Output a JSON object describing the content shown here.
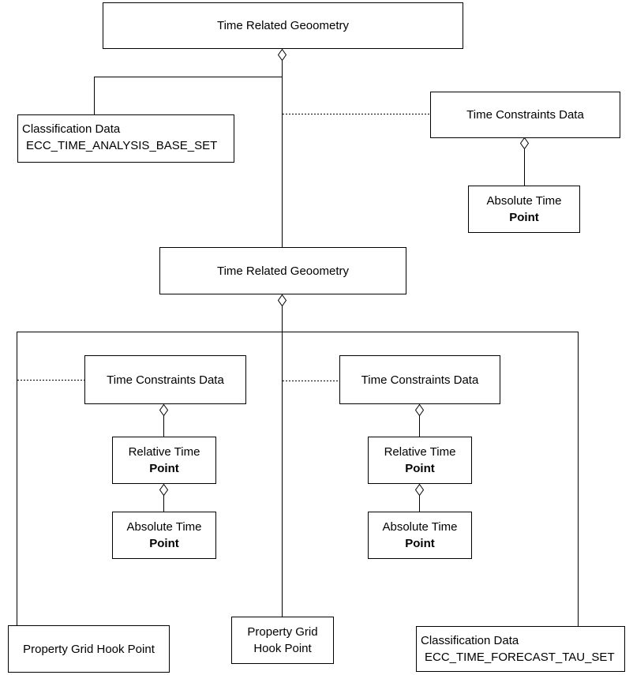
{
  "nodes": {
    "top_time_related_geometry": {
      "line1": "Time Related Geoometry"
    },
    "classification_analysis": {
      "line1": "Classification Data",
      "line2": "ECC_TIME_ANALYSIS_BASE_SET"
    },
    "time_constraints_top": {
      "line1": "Time Constraints Data"
    },
    "absolute_time_point_top": {
      "line1": "Absolute Time",
      "line2": "Point"
    },
    "mid_time_related_geometry": {
      "line1": "Time Related Geoometry"
    },
    "time_constraints_left": {
      "line1": "Time Constraints Data"
    },
    "relative_time_point_left": {
      "line1": "Relative Time",
      "line2": "Point"
    },
    "absolute_time_point_left": {
      "line1": "Absolute Time",
      "line2": "Point"
    },
    "time_constraints_right": {
      "line1": "Time Constraints Data"
    },
    "relative_time_point_right": {
      "line1": "Relative Time",
      "line2": "Point"
    },
    "absolute_time_point_right": {
      "line1": "Absolute Time",
      "line2": "Point"
    },
    "property_grid_hook_left": {
      "line1": "Property Grid Hook Point"
    },
    "property_grid_hook_mid": {
      "line1": "Property Grid",
      "line2": "Hook Point"
    },
    "classification_forecast": {
      "line1": "Classification Data",
      "line2": "ECC_TIME_FORECAST_TAU_SET"
    }
  },
  "colors": {
    "line": "#000000",
    "text": "#000000",
    "background": "#ffffff",
    "node_fill": "#ffffff"
  },
  "connector_types": {
    "solid": "aggregation / containment line",
    "dashed": "constraint link",
    "diamond": "hollow aggregation diamond"
  }
}
